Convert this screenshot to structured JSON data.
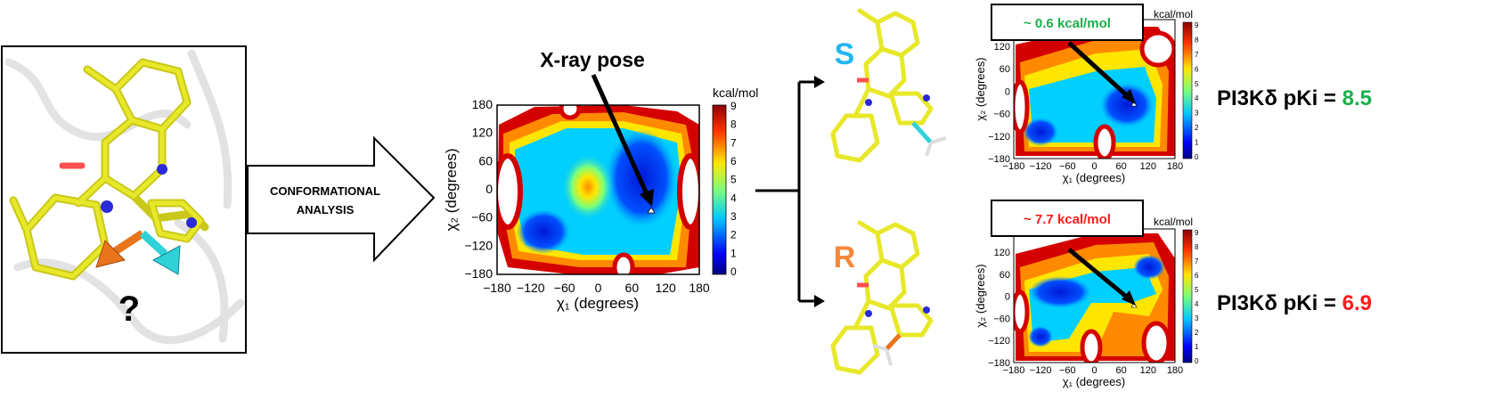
{
  "colors": {
    "green": "#19b04b",
    "red": "#ff1a1a",
    "s_blue": "#22b7f0",
    "r_orange": "#f5873a",
    "ligand_yellow": "#e8e82a",
    "arrow_orange": "#e8741c",
    "arrow_cyan": "#2fd2d7"
  },
  "left_panel": {
    "question_mark": "?",
    "icons": [
      "ligand-structure",
      "orange-vector-arrow",
      "cyan-vector-arrow"
    ]
  },
  "big_arrow": {
    "label_line1": "CONFORMATIONAL",
    "label_line2": "ANALYSIS"
  },
  "center_plot": {
    "annotation": "X-ray pose",
    "colorbar_label": "kcal/mol",
    "xlabel": "χ₁ (degrees)",
    "ylabel": "χ₂ (degrees)",
    "xticks": [
      "−180",
      "−120",
      "−60",
      "0",
      "60",
      "120",
      "180"
    ],
    "yticks": [
      "180",
      "120",
      "60",
      "0",
      "−60",
      "−120",
      "−180"
    ],
    "cbar_ticks": [
      "9",
      "8",
      "7",
      "6",
      "5",
      "4",
      "3",
      "2",
      "1",
      "0"
    ]
  },
  "branches": [
    {
      "letter": "S",
      "callout": "~ 0.6 kcal/mol",
      "pki_label": "PI3Kδ pKi = ",
      "pki_value": "8.5",
      "colorbar_label": "kcal/mol",
      "xlabel": "χ₁ (degrees)",
      "ylabel": "χ₂ (degrees)"
    },
    {
      "letter": "R",
      "callout": "~ 7.7 kcal/mol",
      "pki_label": "PI3Kδ pKi = ",
      "pki_value": "6.9",
      "colorbar_label": "kcal/mol",
      "xlabel": "χ₁ (degrees)",
      "ylabel": "χ₂ (degrees)"
    }
  ],
  "small_plot_ticks": {
    "xticks": [
      "−180",
      "−120",
      "−60",
      "0",
      "60",
      "120",
      "180"
    ],
    "yticks": [
      "120",
      "60",
      "0",
      "−60",
      "−120",
      "−180"
    ],
    "cbar_ticks": [
      "9",
      "8",
      "7",
      "6",
      "5",
      "4",
      "3",
      "2",
      "1",
      "0"
    ]
  }
}
